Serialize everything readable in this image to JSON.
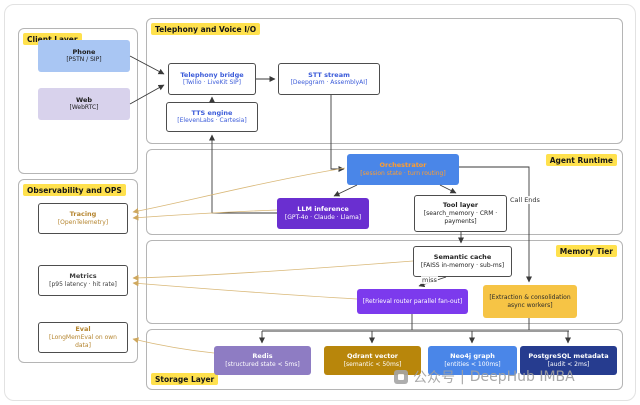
{
  "layers": {
    "client": {
      "label": "Client Layer"
    },
    "telephony": {
      "label": "Telephony and Voice I/O"
    },
    "agent": {
      "label": "Agent Runtime"
    },
    "observability": {
      "label": "Observability and OPS"
    },
    "memory": {
      "label": "Memory Tier"
    },
    "storage": {
      "label": "Storage Layer"
    }
  },
  "nodes": {
    "phone": {
      "title": "Phone",
      "sub": "[PSTN / SIP]"
    },
    "web": {
      "title": "Web",
      "sub": "[WebRTC]"
    },
    "telephony_bridge": {
      "title": "Telephony bridge",
      "sub": "[Twilio · LiveKit SIP]"
    },
    "stt_stream": {
      "title": "STT stream",
      "sub": "[Deepgram · AssemblyAI]"
    },
    "tts_engine": {
      "title": "TTS engine",
      "sub": "[ElevenLabs · Cartesia]"
    },
    "orchestrator": {
      "title": "Orchestrator",
      "sub": "[session state · turn routing]"
    },
    "llm_inference": {
      "title": "LLM inference",
      "sub": "[GPT-4o · Claude · Llama]"
    },
    "tool_layer": {
      "title": "Tool layer",
      "sub": "[search_memory · CRM · payments]"
    },
    "tracing": {
      "title": "Tracing",
      "sub": "[OpenTelemetry]"
    },
    "metrics": {
      "title": "Metrics",
      "sub": "[p95 latency · hit rate]"
    },
    "eval": {
      "title": "Eval",
      "sub": "[LongMemEval on own data]"
    },
    "semantic_cache": {
      "title": "Semantic cache",
      "sub": "[FAISS in-memory · sub-ms]"
    },
    "retrieval_router": {
      "title": "[Retrieval router parallel fan-out]"
    },
    "extraction_workers": {
      "title": "[Extraction & consolidation async workers]"
    },
    "redis": {
      "title": "Redis",
      "sub": "[structured state < 5ms]"
    },
    "qdrant": {
      "title": "Qdrant vector",
      "sub": "[semantic < 50ms]"
    },
    "neo4j": {
      "title": "Neo4j graph",
      "sub": "[entities < 100ms]"
    },
    "postgres": {
      "title": "PostgreSQL metadata",
      "sub": "[audit < 2ms]"
    }
  },
  "edge_labels": {
    "miss": "miss",
    "call_ends": "Call Ends"
  },
  "watermark": {
    "text_cn": "公众号",
    "sep": "|",
    "text_en": "DeepHub IMBA"
  },
  "colors": {
    "layer_label_bg": "#ffe14d",
    "orchestrator_bg": "#4a86e8",
    "orchestrator_text": "#ff9d2e",
    "llm_bg": "#6a2fd0",
    "router_bg": "#7c3aed",
    "extract_bg": "#f6c445",
    "redis_bg": "#8e7cc3",
    "qdrant_bg": "#b8860b",
    "neo4j_bg": "#4a86e8",
    "postgres_bg": "#263c8f",
    "phone_bg": "#a9c6f3",
    "web_bg": "#d8d2ec",
    "observability_edge": "#d9b878",
    "edge": "#3a3a3a"
  }
}
